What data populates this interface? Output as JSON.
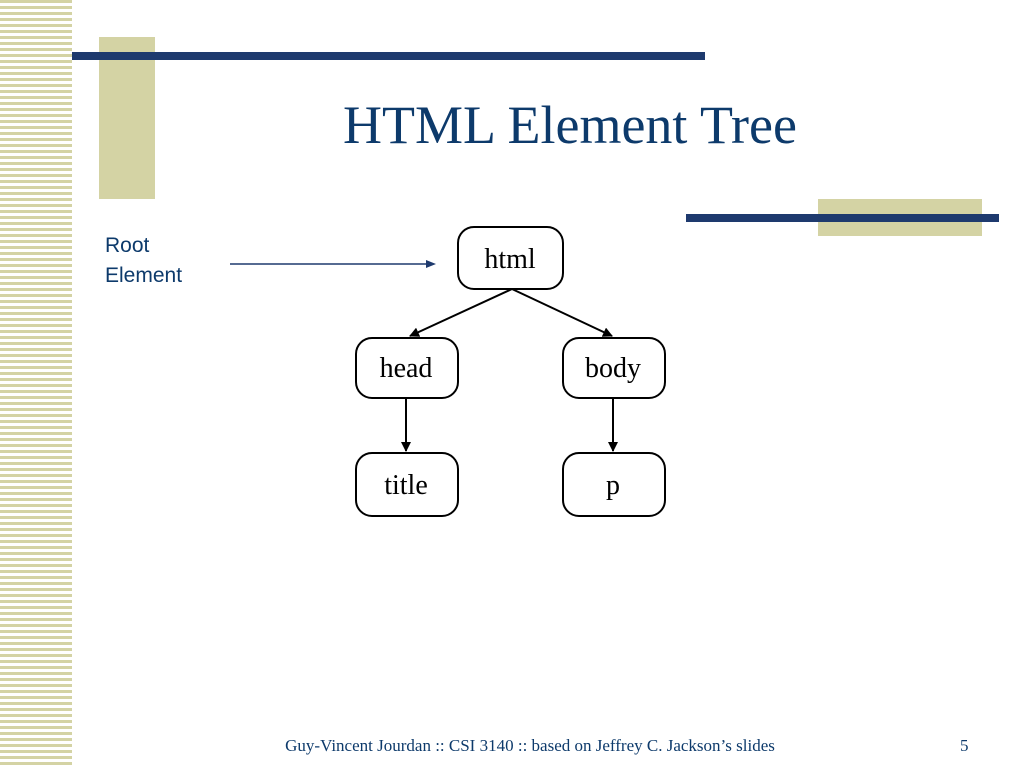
{
  "slide": {
    "title": "HTML Element Tree",
    "root_label_line1": "Root",
    "root_label_line2": "Element",
    "footer": "Guy-Vincent Jourdan :: CSI 3140 :: based on Jeffrey C. Jackson’s slides",
    "page_number": "5"
  },
  "tree": {
    "nodes": {
      "html": "html",
      "head": "head",
      "body": "body",
      "title": "title",
      "p": "p"
    },
    "edges": [
      [
        "html",
        "head"
      ],
      [
        "html",
        "body"
      ],
      [
        "head",
        "title"
      ],
      [
        "body",
        "p"
      ]
    ]
  },
  "colors": {
    "accent_navy": "#1e3a6e",
    "accent_khaki": "#d4d3a4",
    "title_text": "#0d3a6b"
  }
}
